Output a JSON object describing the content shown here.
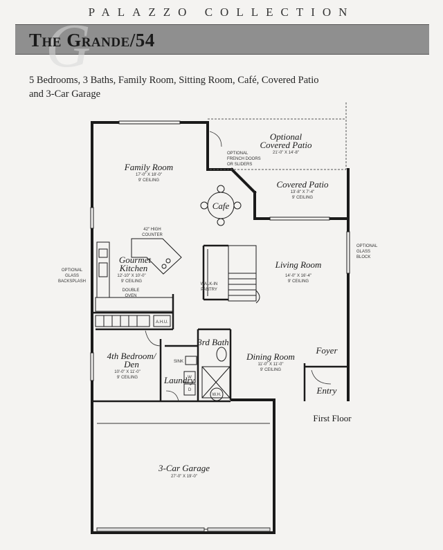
{
  "header": {
    "series": "PALAZZO COLLECTION",
    "model": "The Grande/54",
    "watermark": "G"
  },
  "subtitle": "5 Bedrooms, 3 Baths, Family Room, Sitting Room, Café, Covered Patio and 3-Car Garage",
  "floor_label": "First Floor",
  "rooms": {
    "family_room": {
      "name": "Family Room",
      "size": "17'-0\" X 18'-0\"",
      "ceiling": "9' CEILING"
    },
    "optional_patio": {
      "name1": "Optional",
      "name2": "Covered Patio",
      "size": "21'-0\" X 14'-8\""
    },
    "covered_patio": {
      "name": "Covered Patio",
      "size": "13'-8\" X 7'-4\"",
      "ceiling": "9' CEILING"
    },
    "cafe": {
      "name": "Cafe"
    },
    "kitchen": {
      "name1": "Gourmet",
      "name2": "Kitchen",
      "size": "12'-10\" X 10'-0\"",
      "ceiling": "9' CEILING"
    },
    "living_room": {
      "name": "Living Room",
      "size": "14'-0\" X 16'-4\"",
      "ceiling": "9' CEILING"
    },
    "bedroom4": {
      "name1": "4th Bedroom/",
      "name2": "Den",
      "size": "10'-0\" X 11'-0\"",
      "ceiling": "9' CEILING"
    },
    "bath3": {
      "name": "3rd Bath"
    },
    "laundry": {
      "name": "Laundry"
    },
    "dining_room": {
      "name": "Dining Room",
      "size": "11'-0\" X 11'-0\"",
      "ceiling": "9' CEILING"
    },
    "foyer": {
      "name": "Foyer"
    },
    "entry": {
      "name": "Entry"
    },
    "garage": {
      "name": "3-Car Garage",
      "size": "27'-0\" X 19'-0\""
    }
  },
  "notes": {
    "french_doors_1": "OPTIONAL",
    "french_doors_2": "FRENCH DOORS",
    "french_doors_3": "OR SLIDERS",
    "counter_1": "42\" HIGH",
    "counter_2": "COUNTER",
    "glass_backsplash_1": "OPTIONAL",
    "glass_backsplash_2": "GLASS",
    "glass_backsplash_3": "BACKSPLASH",
    "glass_block_1": "OPTIONAL",
    "glass_block_2": "GLASS",
    "glass_block_3": "BLOCK",
    "double_oven_1": "DOUBLE",
    "double_oven_2": "OVEN",
    "pantry_1": "WALK-IN",
    "pantry_2": "PANTRY",
    "ahu": "A.H.U.",
    "sink": "SINK",
    "washer": "W",
    "dryer": "D",
    "water_heater": "W.H."
  }
}
